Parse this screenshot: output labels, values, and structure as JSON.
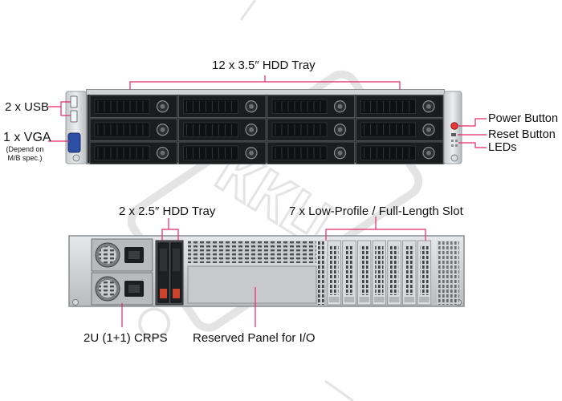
{
  "front": {
    "hdd_tray_label": "12 x 3.5″ HDD Tray",
    "usb_label": "2 x USB",
    "vga_label": "1 x VGA",
    "vga_note_line1": "(Depend on",
    "vga_note_line2": "M/B spec.)",
    "power_button_label": "Power Button",
    "reset_button_label": "Reset Button",
    "leds_label": "LEDs"
  },
  "rear": {
    "hdd_tray_label": "2 x 2.5″ HDD Tray",
    "slot_label": "7 x Low-Profile / Full-Length Slot",
    "crps_label": "2U (1+1) CRPS",
    "io_panel_label": "Reserved  Panel for I/O"
  },
  "watermark": {
    "text": "ККЦ",
    "color": "#cfcfcf"
  },
  "colors": {
    "callout_line": "#e0286a",
    "chassis": "#d4d6d8",
    "bay_black": "#1b1c1e"
  }
}
